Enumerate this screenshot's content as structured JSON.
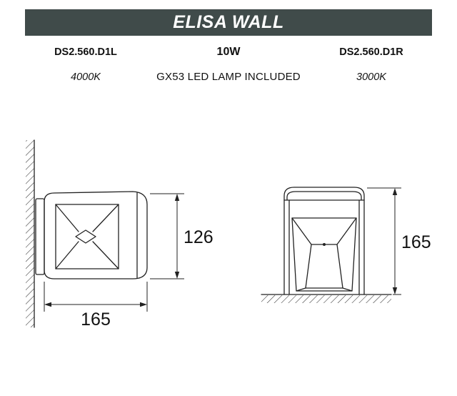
{
  "header": {
    "title": "ELISA WALL"
  },
  "specs": {
    "left": {
      "code": "DS2.560.D1L",
      "temp": "4000K"
    },
    "center": {
      "wattage": "10W",
      "lamp": "GX53 LED LAMP INCLUDED"
    },
    "right": {
      "code": "DS2.560.D1R",
      "temp": "3000K"
    }
  },
  "drawings": {
    "side_view": {
      "height_mm": "126",
      "width_mm": "165"
    },
    "front_view": {
      "height_mm": "165"
    }
  },
  "colors": {
    "banner_bg": "#404b4a",
    "line": "#222222",
    "text": "#111111"
  }
}
